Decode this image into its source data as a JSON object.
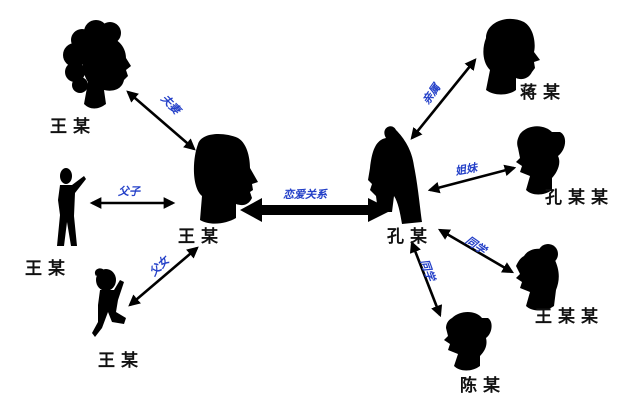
{
  "people": {
    "wang_wife": "王某",
    "wang_father": "王某",
    "wang_center": "王某",
    "wang_daughter": "王某",
    "kong_center": "孔某",
    "jiang": "蒋某",
    "kong_sister": "孔某某",
    "wang_colleague": "王某某",
    "chen": "陈某"
  },
  "relations": {
    "spouse": "夫妻",
    "father_son": "父子",
    "father_daughter": "父女",
    "romance": "恋爱关系",
    "husband": "亲属",
    "sisters": "姐妹",
    "colleague1": "同学",
    "colleague2": "同学"
  },
  "colors": {
    "silhouette": "#000000",
    "relation_text": "#2440c8"
  }
}
